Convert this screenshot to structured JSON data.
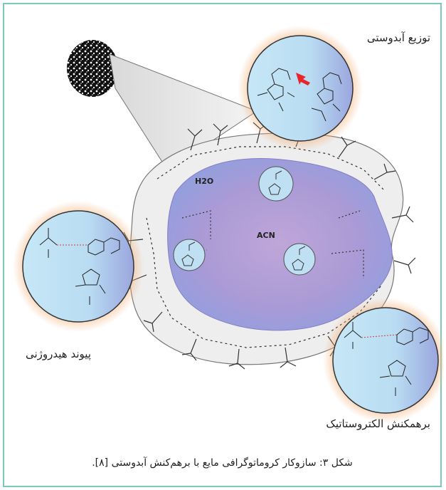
{
  "labels": {
    "partition": "توزیع آبدوستی",
    "h_bond": "پیوند هیدروژنی",
    "electrostatic": "برهمکنش الکتروستاتیک",
    "water": "H2O",
    "acetonitrile": "ACN"
  },
  "caption": "شکل ۳: سازوکار کروماتوگرافی مایع با برهم‌کنش آبدوستی [۸].",
  "colors": {
    "frame": "#7fc7b6",
    "blob": "#a99ad6",
    "circle": "#bfe0f3",
    "glow": "#f4b27a",
    "arrow": "#e8262a"
  }
}
